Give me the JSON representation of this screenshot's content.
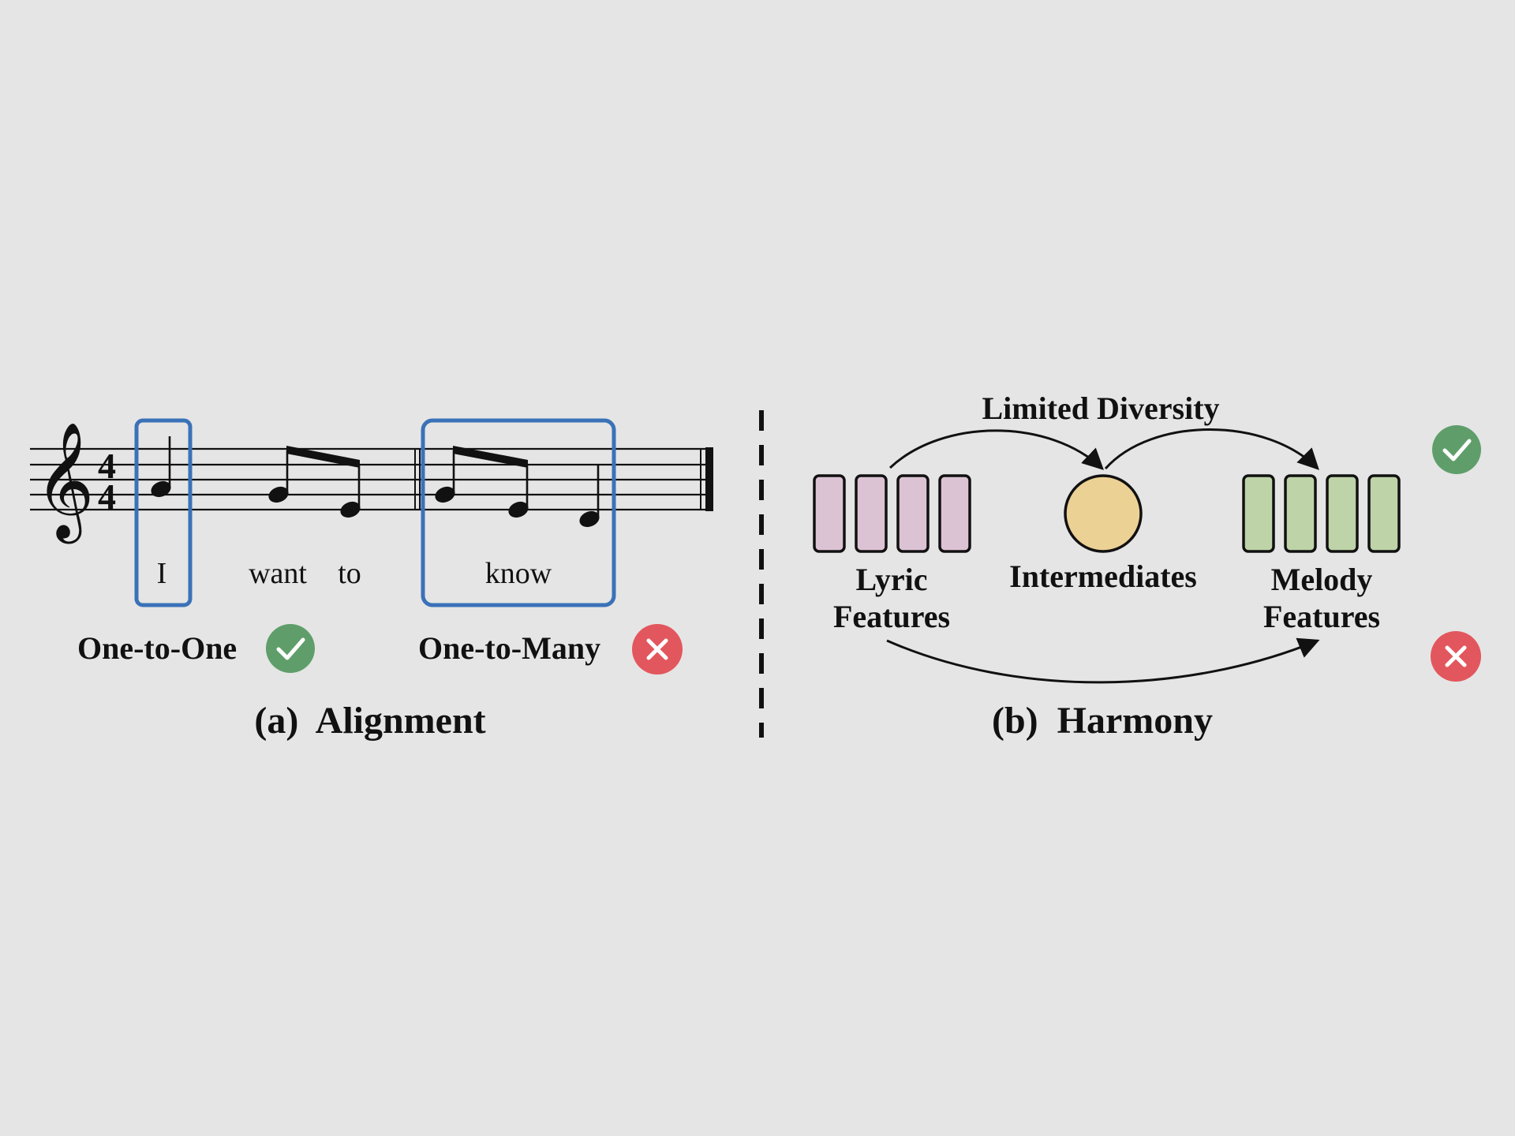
{
  "panel_a": {
    "lyrics": {
      "w1": "I",
      "w2": "want",
      "w3": "to",
      "w4": "know"
    },
    "time_signature": {
      "top": "4",
      "bottom": "4"
    },
    "one_to_one_label": "One-to-One",
    "one_to_many_label": "One-to-Many",
    "caption": "(a)  Alignment"
  },
  "panel_b": {
    "limited_label": "Limited Diversity",
    "lyric_features_line1": "Lyric",
    "lyric_features_line2": "Features",
    "intermediates_label": "Intermediates",
    "melody_features_line1": "Melody",
    "melody_features_line2": "Features",
    "caption": "(b)  Harmony"
  },
  "colors": {
    "background": "#e5e5e5",
    "highlight_box": "#3a72b8",
    "lyric_feature": "#dcc3d4",
    "intermediate": "#ecd195",
    "melody_feature": "#bed3a8",
    "check": "#5f9e6a",
    "cross": "#e2575d"
  },
  "icons": {
    "check": "check-circle-icon",
    "cross": "cross-circle-icon",
    "clef": "treble-clef-icon"
  }
}
